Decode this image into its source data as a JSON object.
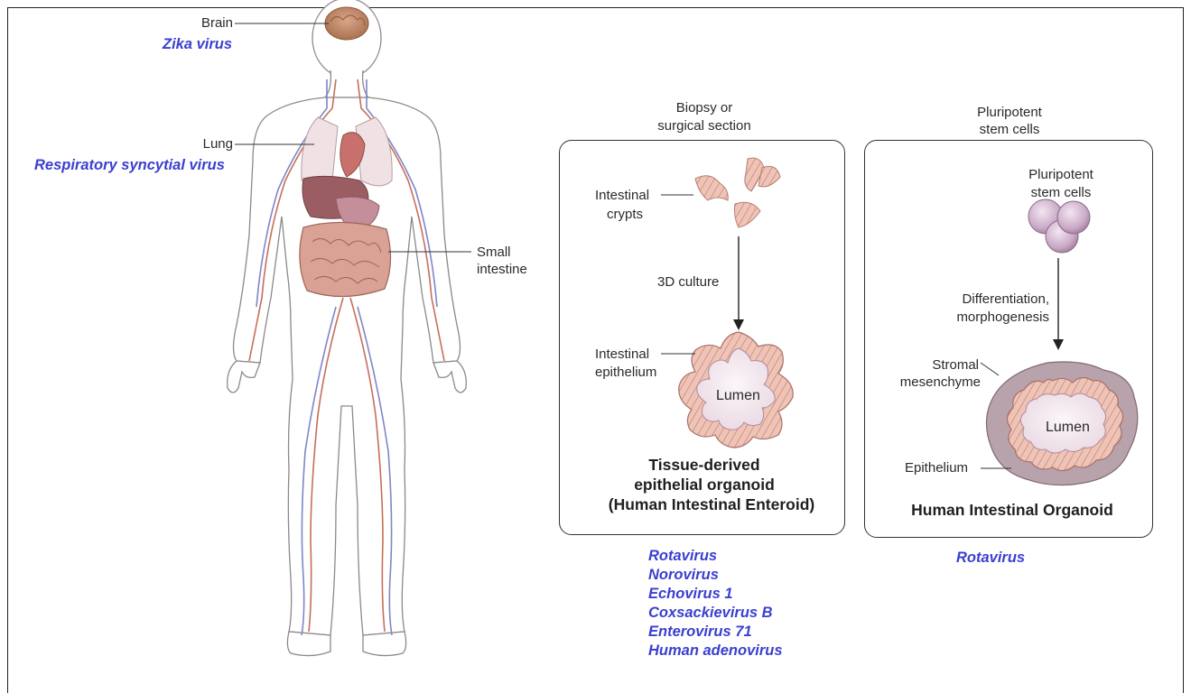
{
  "body": {
    "labels": {
      "brain": "Brain",
      "lung": "Lung",
      "small_intestine_1": "Small",
      "small_intestine_2": "intestine"
    },
    "viruses": {
      "brain": "Zika virus",
      "lung": "Respiratory syncytial virus"
    }
  },
  "enteroid_panel": {
    "source_line1": "Biopsy or",
    "source_line2": "surgical section",
    "crypts_line1": "Intestinal",
    "crypts_line2": "crypts",
    "step": "3D culture",
    "epithelium_line1": "Intestinal",
    "epithelium_line2": "epithelium",
    "lumen": "Lumen",
    "title_line1": "Tissue-derived",
    "title_line2": "epithelial organoid",
    "title_line3": "(Human Intestinal Enteroid)",
    "viruses": [
      "Rotavirus",
      "Norovirus",
      "Echovirus 1",
      "Coxsackievirus B",
      "Enterovirus 71",
      "Human adenovirus"
    ]
  },
  "organoid_panel": {
    "source_line1": "Pluripotent",
    "source_line2": "stem cells",
    "cells_line1": "Pluripotent",
    "cells_line2": "stem cells",
    "step_line1": "Differentiation,",
    "step_line2": "morphogenesis",
    "stromal_line1": "Stromal",
    "stromal_line2": "mesenchyme",
    "lumen": "Lumen",
    "epithelium": "Epithelium",
    "title": "Human Intestinal Organoid",
    "viruses": [
      "Rotavirus"
    ]
  },
  "colors": {
    "virus_text": "#3a3fd0",
    "tissue_pink": "#e8b4a8",
    "lumen_fill": "#f2e8ee",
    "stroma_fill": "#b8a2ac",
    "stem_cell": "#c9aac7"
  }
}
